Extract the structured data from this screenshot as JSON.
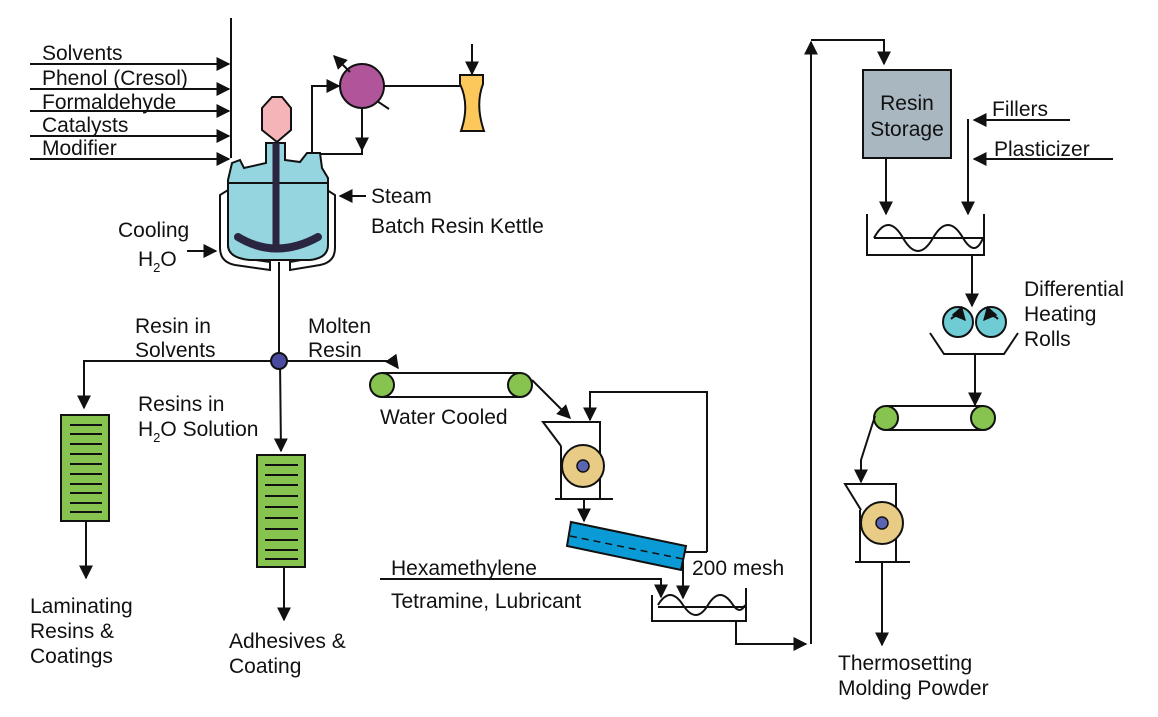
{
  "title": "Phenolic Resin Production Process Flow",
  "colors": {
    "line": "#111111",
    "kettle_fluid": "#95D5E0",
    "agitator": "#2A2540",
    "motor": "#F5B4B8",
    "condenser": "#B0559A",
    "ejector": "#FCC85C",
    "filter_press": "#86C44F",
    "junction": "#4A4AA0",
    "conveyor_roller": "#86C44F",
    "grinder_wheel": "#E8CC86",
    "grinder_hub": "#5A64B0",
    "screen": "#0A9BD6",
    "storage": "#A9B7C0",
    "heating_rolls": "#6FCCD4"
  },
  "feeds": {
    "items": [
      "Solvents",
      "Phenol (Cresol)",
      "Formaldehyde",
      "Catalysts",
      "Modifier"
    ]
  },
  "kettle": {
    "steam_label": "Steam",
    "name_label": "Batch Resin Kettle",
    "cooling_label": "Cooling",
    "water_label_main": "H",
    "water_label_sub": "2",
    "water_label_end": "O"
  },
  "branches": {
    "resin_in_solvents": [
      "Resin in",
      "Solvents"
    ],
    "molten_resin": [
      "Molten",
      "Resin"
    ],
    "resins_in_water": {
      "line1": "Resins in",
      "line2_main": "H",
      "line2_sub": "2",
      "line2_end": "O Solution"
    }
  },
  "products": {
    "laminating": [
      "Laminating",
      "Resins &",
      "Coatings"
    ],
    "adhesives": [
      "Adhesives &",
      "Coating"
    ],
    "molding_powder": [
      "Thermosetting",
      "Molding Powder"
    ]
  },
  "molten_line": {
    "conveyor_label": "Water Cooled",
    "additive_line1": "Hexamethylene",
    "additive_line2": "Tetramine, Lubricant",
    "screen_label": "200 mesh"
  },
  "compounding": {
    "storage_label": [
      "Resin",
      "Storage"
    ],
    "fillers_label": "Fillers",
    "plasticizer_label": "Plasticizer",
    "rolls_label": [
      "Differential",
      "Heating",
      "Rolls"
    ]
  }
}
